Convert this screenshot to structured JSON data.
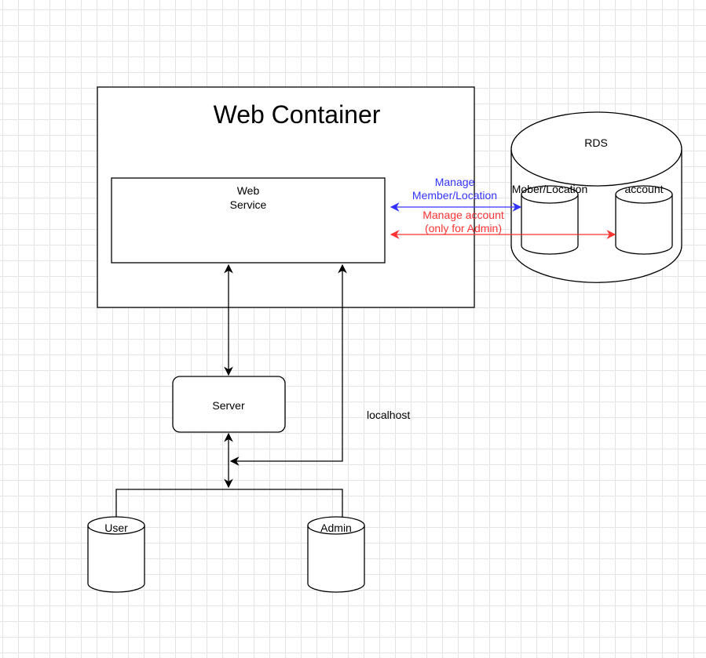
{
  "diagram": {
    "web_container": {
      "title": "Web Container"
    },
    "web_service": {
      "line1": "Web",
      "line2": "Service"
    },
    "rds": {
      "title": "RDS",
      "member_db": {
        "label": "Mober/Location"
      },
      "account_db": {
        "label": "account"
      }
    },
    "server": {
      "label": "Server"
    },
    "user": {
      "label": "User"
    },
    "admin": {
      "label": "Admin"
    },
    "edges": {
      "manage_member": {
        "line1": "Manage",
        "line2": "Member/Location",
        "color": "#3333ff"
      },
      "manage_account": {
        "line1": "Manage account",
        "line2": "(only for Admin)",
        "color": "#ff3333"
      },
      "localhost": {
        "label": "localhost"
      }
    },
    "colors": {
      "stroke": "#000000",
      "fill": "#ffffff"
    }
  }
}
